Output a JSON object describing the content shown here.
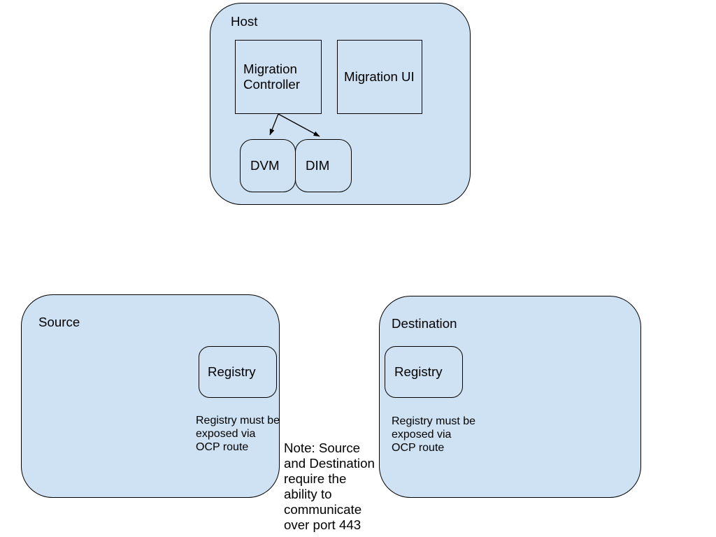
{
  "colors": {
    "shape_fill": "#cfe2f3",
    "shape_border": "#000000",
    "text": "#000000",
    "background": "#ffffff"
  },
  "host": {
    "label": "Host",
    "nodes": {
      "migration_controller": {
        "label": "Migration\nController"
      },
      "migration_ui": {
        "label": "Migration UI"
      },
      "dvm": {
        "label": "DVM"
      },
      "dim": {
        "label": "DIM"
      }
    },
    "edges": [
      {
        "from": "Migration Controller",
        "to": "DVM"
      },
      {
        "from": "Migration Controller",
        "to": "DIM"
      }
    ]
  },
  "source": {
    "label": "Source",
    "registry_label": "Registry",
    "caption": "Registry must be\nexposed via\nOCP route"
  },
  "destination": {
    "label": "Destination",
    "registry_label": "Registry",
    "caption": "Registry must be\nexposed via\nOCP route"
  },
  "note": {
    "text": "Note: Source\nand Destination\nrequire the\nability to\ncommunicate\nover port 443"
  }
}
